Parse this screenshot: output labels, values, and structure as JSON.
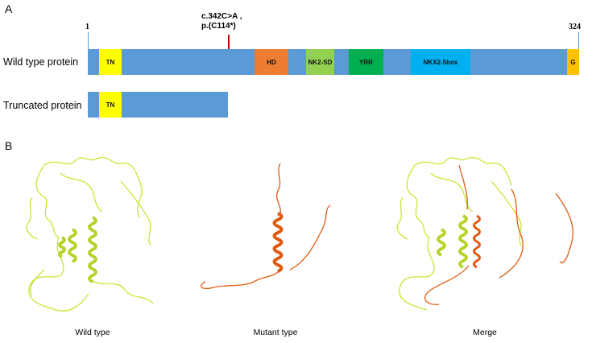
{
  "panelA": {
    "letter": "A",
    "start_number": "1",
    "end_number": "324",
    "mutation": {
      "line1": "c.342C>A ,",
      "line2": "p.(C114*)",
      "color": "#c00000"
    },
    "wild_type": {
      "label": "Wild type protein",
      "domains": [
        {
          "name": "TN",
          "color": "#ffff00"
        },
        {
          "name": "HD",
          "color": "#ed7d31"
        },
        {
          "name": "NK2-SD",
          "color": "#92d050"
        },
        {
          "name": "YRR",
          "color": "#00b050"
        },
        {
          "name": "NKX2-5box",
          "color": "#00b0f0"
        },
        {
          "name": "G",
          "color": "#ffc000"
        }
      ]
    },
    "truncated": {
      "label": "Truncated protein",
      "domains": [
        {
          "name": "TN",
          "color": "#ffff00"
        }
      ]
    },
    "bar_color": "#5b9bd5"
  },
  "panelB": {
    "letter": "B",
    "structures": [
      {
        "label": "Wild type",
        "color": "#c8e632"
      },
      {
        "label": "Mutant type",
        "color": "#e05a10"
      },
      {
        "label": "Merge"
      }
    ]
  }
}
